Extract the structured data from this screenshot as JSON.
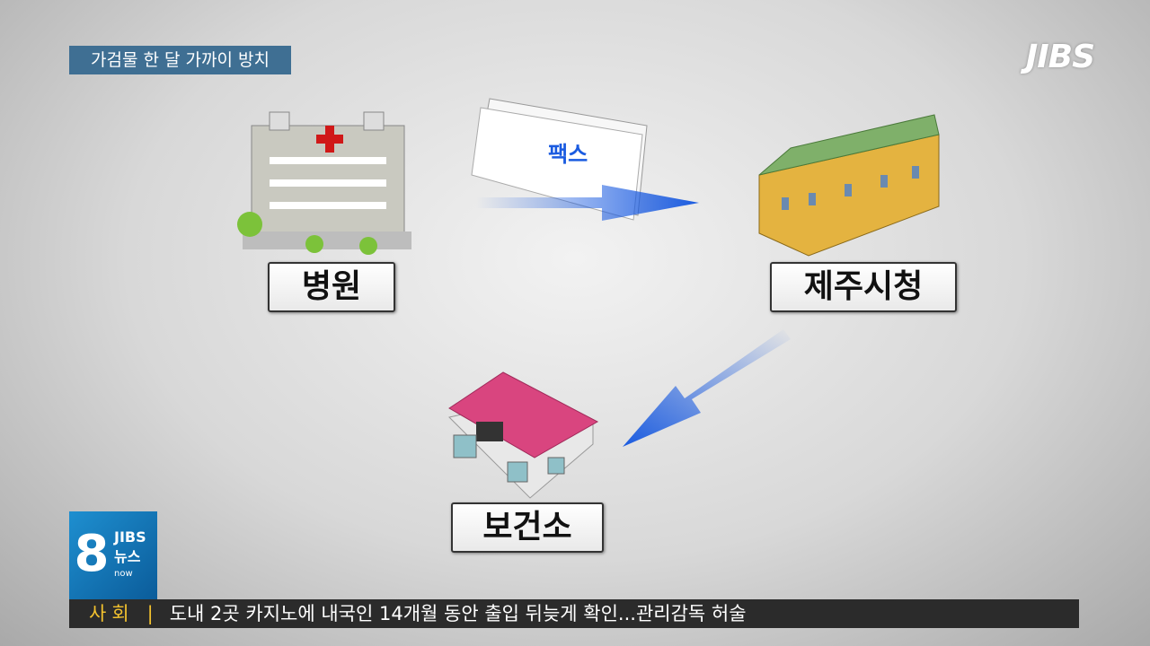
{
  "caption": "가검물 한 달 가까이 방치",
  "channel_logo": "JIBS",
  "diagram": {
    "hospital_label": "병원",
    "city_hall_label": "제주시청",
    "health_center_label": "보건소",
    "fax_label": "팩스",
    "arrow_color": "#1a5be0"
  },
  "news_badge": {
    "number": "8",
    "brand": "JIBS",
    "program": "뉴스",
    "sub": "now"
  },
  "ticker": {
    "category": "사회",
    "separator": "|",
    "headline": "도내 2곳 카지노에 내국인 14개월 동안 출입 뒤늦게 확인...관리감독 허술"
  }
}
